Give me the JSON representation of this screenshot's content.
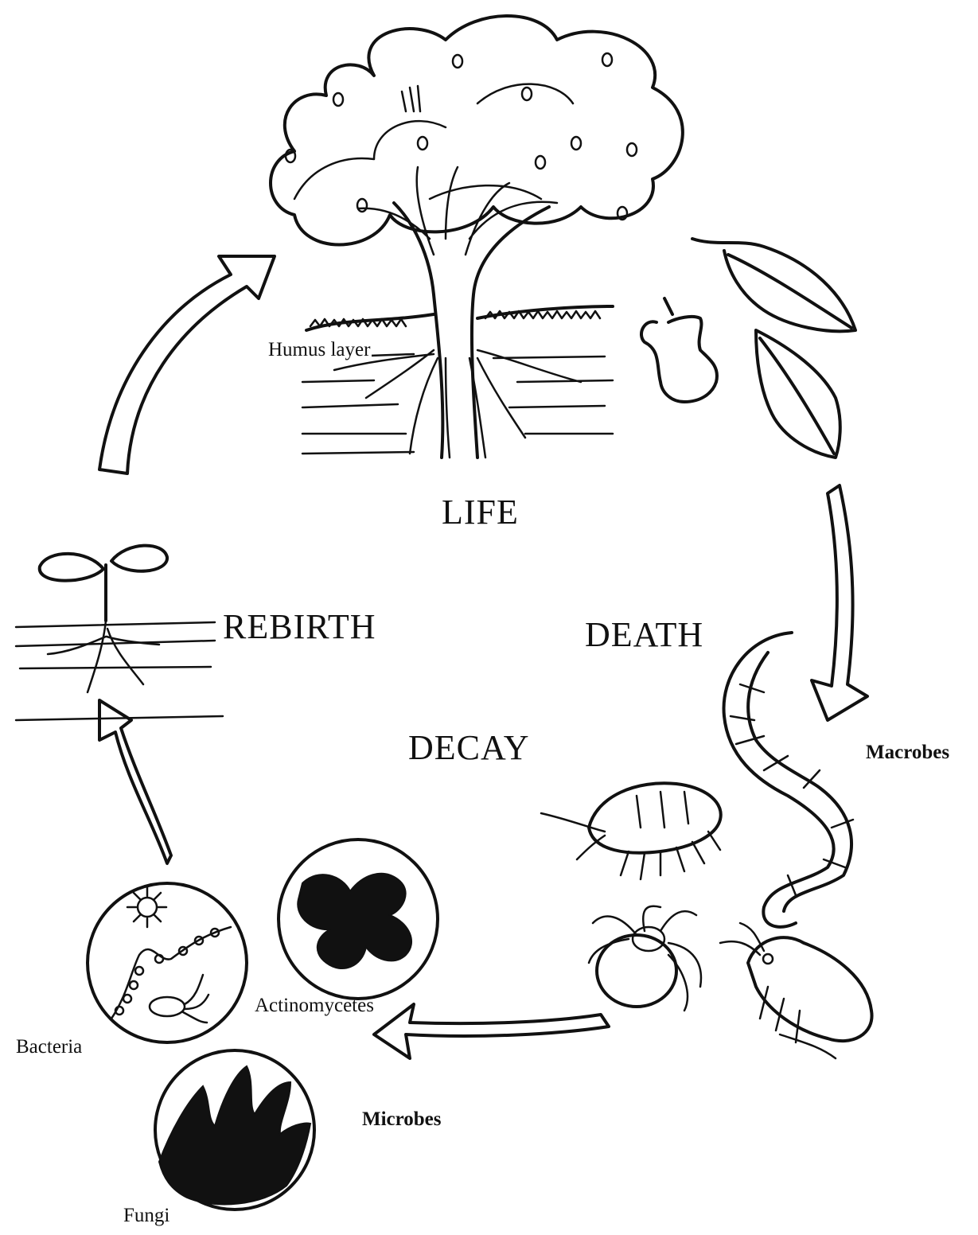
{
  "stages": {
    "life": "LIFE",
    "death": "DEATH",
    "decay": "DECAY",
    "rebirth": "REBIRTH"
  },
  "labels": {
    "humus": "Humus layer",
    "macrobes": "Macrobes",
    "microbes": "Microbes",
    "bacteria": "Bacteria",
    "actinomycetes": "Actinomycetes",
    "fungi": "Fungi"
  }
}
